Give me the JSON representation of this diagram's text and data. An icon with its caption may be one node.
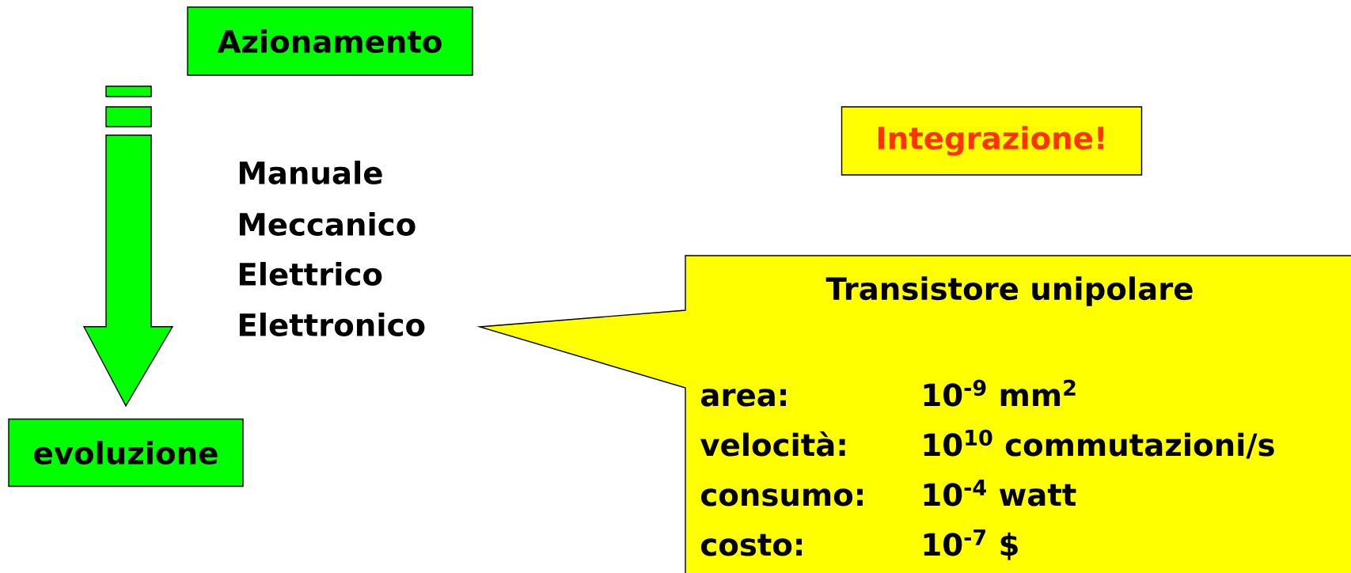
{
  "diagram": {
    "nodes": [
      {
        "text": [
          "Azionamento"
        ]
      },
      {
        "text": [
          "evoluzione"
        ]
      },
      {
        "text": [
          "Integrazione!"
        ]
      },
      {
        "text": [
          "Transistore unipolare",
          "area:",
          "10$^{-9}$ mm$^{2}$",
          "velocità:",
          "10$^{10}$ commutazioni/s",
          "consumo:",
          "10$^{-4}$ watt",
          "costo:",
          "10$^{-7}$ $"
        ]
      }
    ],
    "edges": [
      {
        "from": 0,
        "to": 1,
        "arrow": "to"
      }
    ],
    "labels": [
      "Manuale",
      "Meccanico",
      "Elettrico",
      "Elettronico"
    ]
  }
}
